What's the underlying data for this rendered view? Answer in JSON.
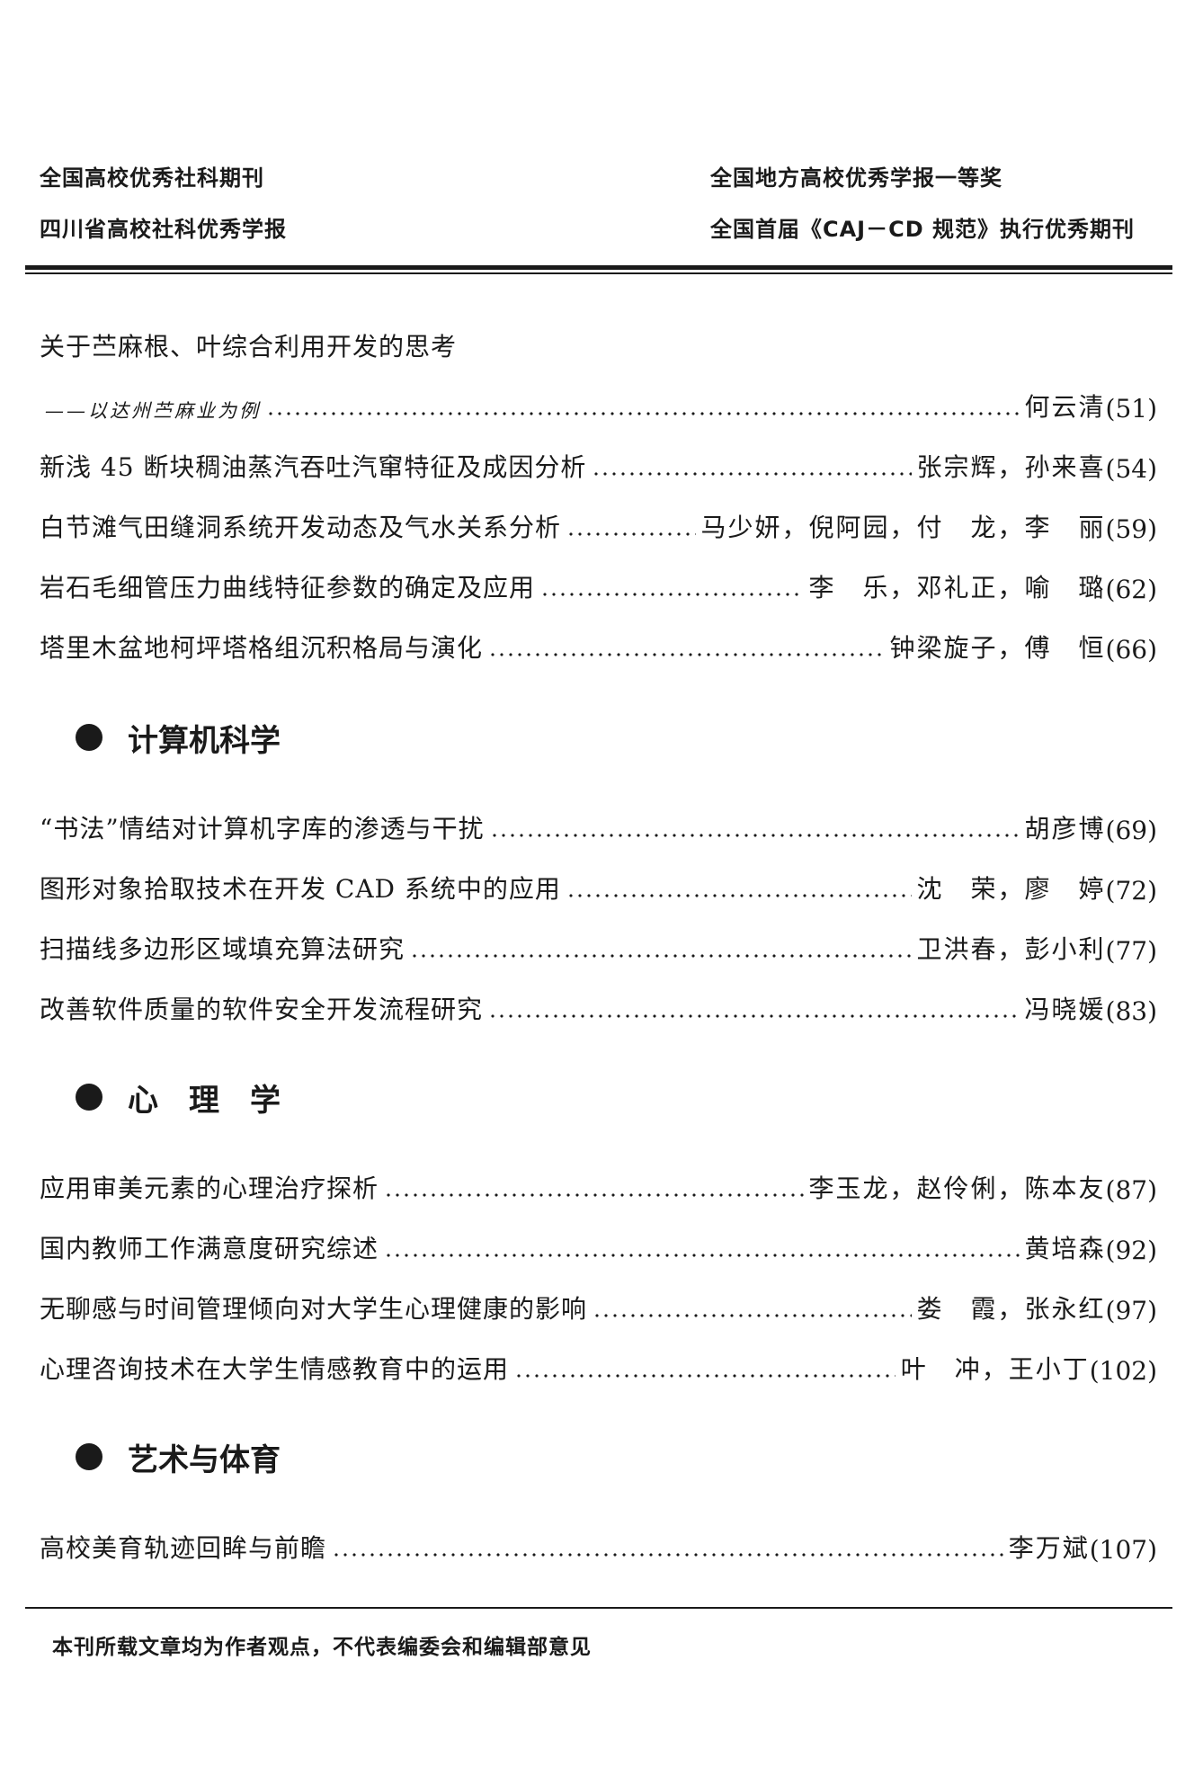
{
  "header": {
    "left_line1": "全国高校优秀社科期刊",
    "left_line2": "四川省高校社科优秀学报",
    "right_line1": "全国地方高校优秀学报一等奖",
    "right_line2": "全国首届《CAJ－CD 规范》执行优秀期刊"
  },
  "entries_top": [
    {
      "title": "关于苎麻根、叶综合利用开发的思考"
    },
    {
      "subtitle": "——以达州苎麻业为例",
      "authors": "何云清",
      "page": "(51)"
    },
    {
      "title": "新浅 45 断块稠油蒸汽吞吐汽窜特征及成因分析",
      "authors": "张宗辉，孙来喜",
      "page": "(54)"
    },
    {
      "title": "白节滩气田缝洞系统开发动态及气水关系分析",
      "authors": "马少妍，倪阿园，付　龙，李　丽",
      "page": "(59)"
    },
    {
      "title": "岩石毛细管压力曲线特征参数的确定及应用",
      "authors": "李　乐，邓礼正，喻　璐",
      "page": "(62)"
    },
    {
      "title": "塔里木盆地柯坪塔格组沉积格局与演化",
      "authors": "钟梁旋子，傅　恒",
      "page": "(66)"
    }
  ],
  "sections": [
    {
      "heading": "计算机科学",
      "entries": [
        {
          "title": "“书法”情结对计算机字库的渗透与干扰",
          "authors": "胡彦博",
          "page": "(69)"
        },
        {
          "title": "图形对象拾取技术在开发 CAD 系统中的应用",
          "authors": "沈　荣，廖　婷",
          "page": "(72)"
        },
        {
          "title": "扫描线多边形区域填充算法研究",
          "authors": "卫洪春，彭小利",
          "page": "(77)"
        },
        {
          "title": "改善软件质量的软件安全开发流程研究",
          "authors": "冯晓媛",
          "page": "(83)"
        }
      ]
    },
    {
      "heading": "心　理　学",
      "entries": [
        {
          "title": "应用审美元素的心理治疗探析",
          "authors": "李玉龙，赵伶俐，陈本友",
          "page": "(87)"
        },
        {
          "title": "国内教师工作满意度研究综述",
          "authors": "黄培森",
          "page": "(92)"
        },
        {
          "title": "无聊感与时间管理倾向对大学生心理健康的影响",
          "authors": "娄　霞，张永红",
          "page": "(97)"
        },
        {
          "title": "心理咨询技术在大学生情感教育中的运用",
          "authors": "叶　冲，王小丁",
          "page": "(102)"
        }
      ]
    },
    {
      "heading": "艺术与体育",
      "entries": [
        {
          "title": "高校美育轨迹回眸与前瞻",
          "authors": "李万斌",
          "page": "(107)"
        }
      ]
    }
  ],
  "footer": "本刊所载文章均为作者观点，不代表编委会和编辑部意见"
}
